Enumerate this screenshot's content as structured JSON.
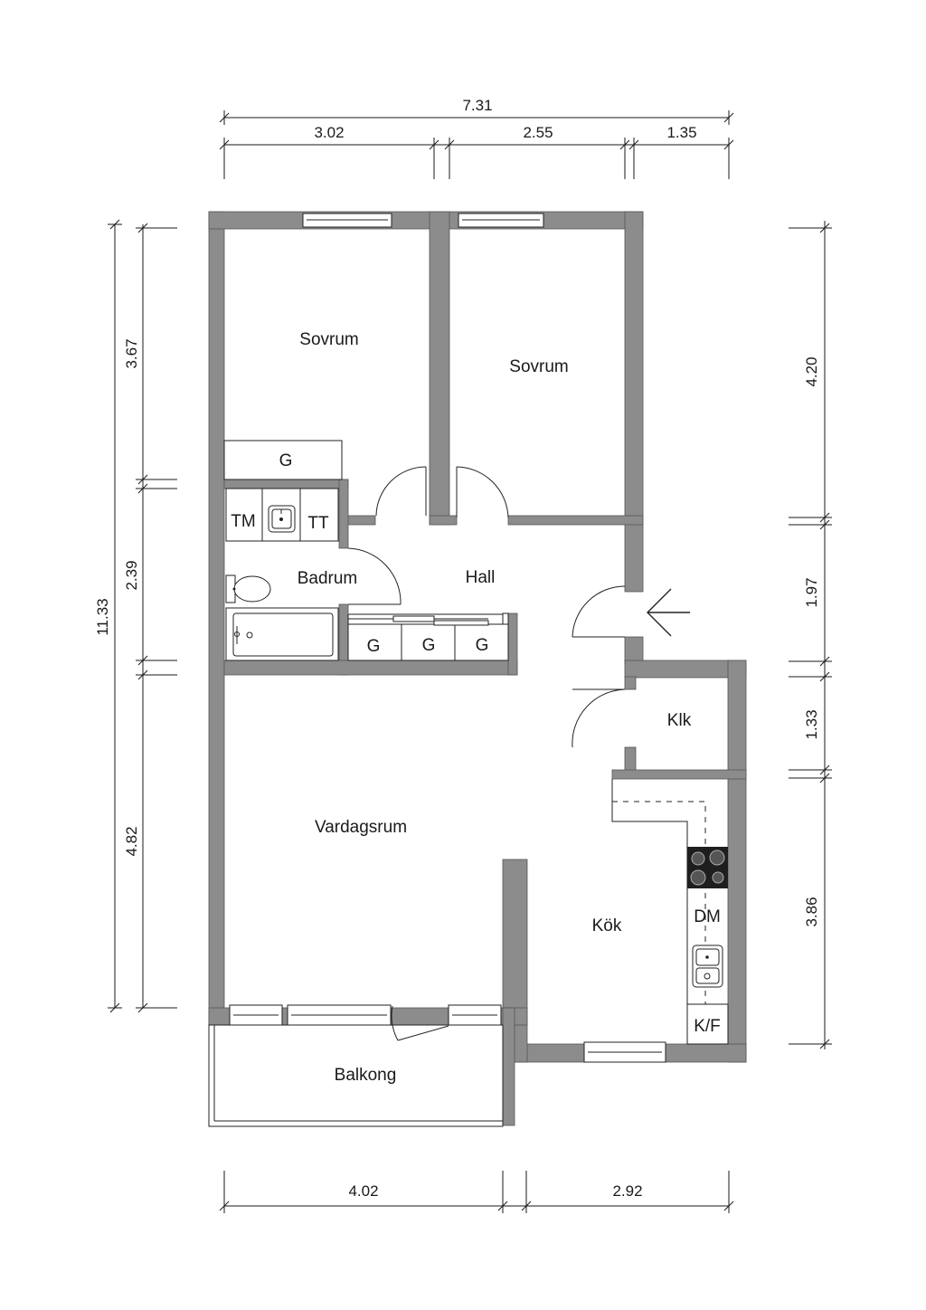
{
  "rooms": {
    "bedroom_left": "Sovrum",
    "bedroom_right": "Sovrum",
    "closet_bedroom": "G",
    "washer": "TM",
    "dryer": "TT",
    "bathroom": "Badrum",
    "hall": "Hall",
    "closet_hall_1": "G",
    "closet_hall_2": "G",
    "closet_hall_3": "G",
    "walk_in_closet": "Klk",
    "living_room": "Vardagsrum",
    "kitchen": "Kök",
    "dishwasher": "DM",
    "fridge_freezer": "K/F",
    "balcony": "Balkong"
  },
  "dimensions": {
    "top_total": "7.31",
    "top_1": "3.02",
    "top_2": "2.55",
    "top_3": "1.35",
    "left_total": "11.33",
    "left_1": "3.67",
    "left_2": "2.39",
    "left_3": "4.82",
    "right_1": "4.20",
    "right_2": "1.97",
    "right_3": "1.33",
    "right_4": "3.86",
    "bottom_1": "4.02",
    "bottom_2": "2.92"
  }
}
